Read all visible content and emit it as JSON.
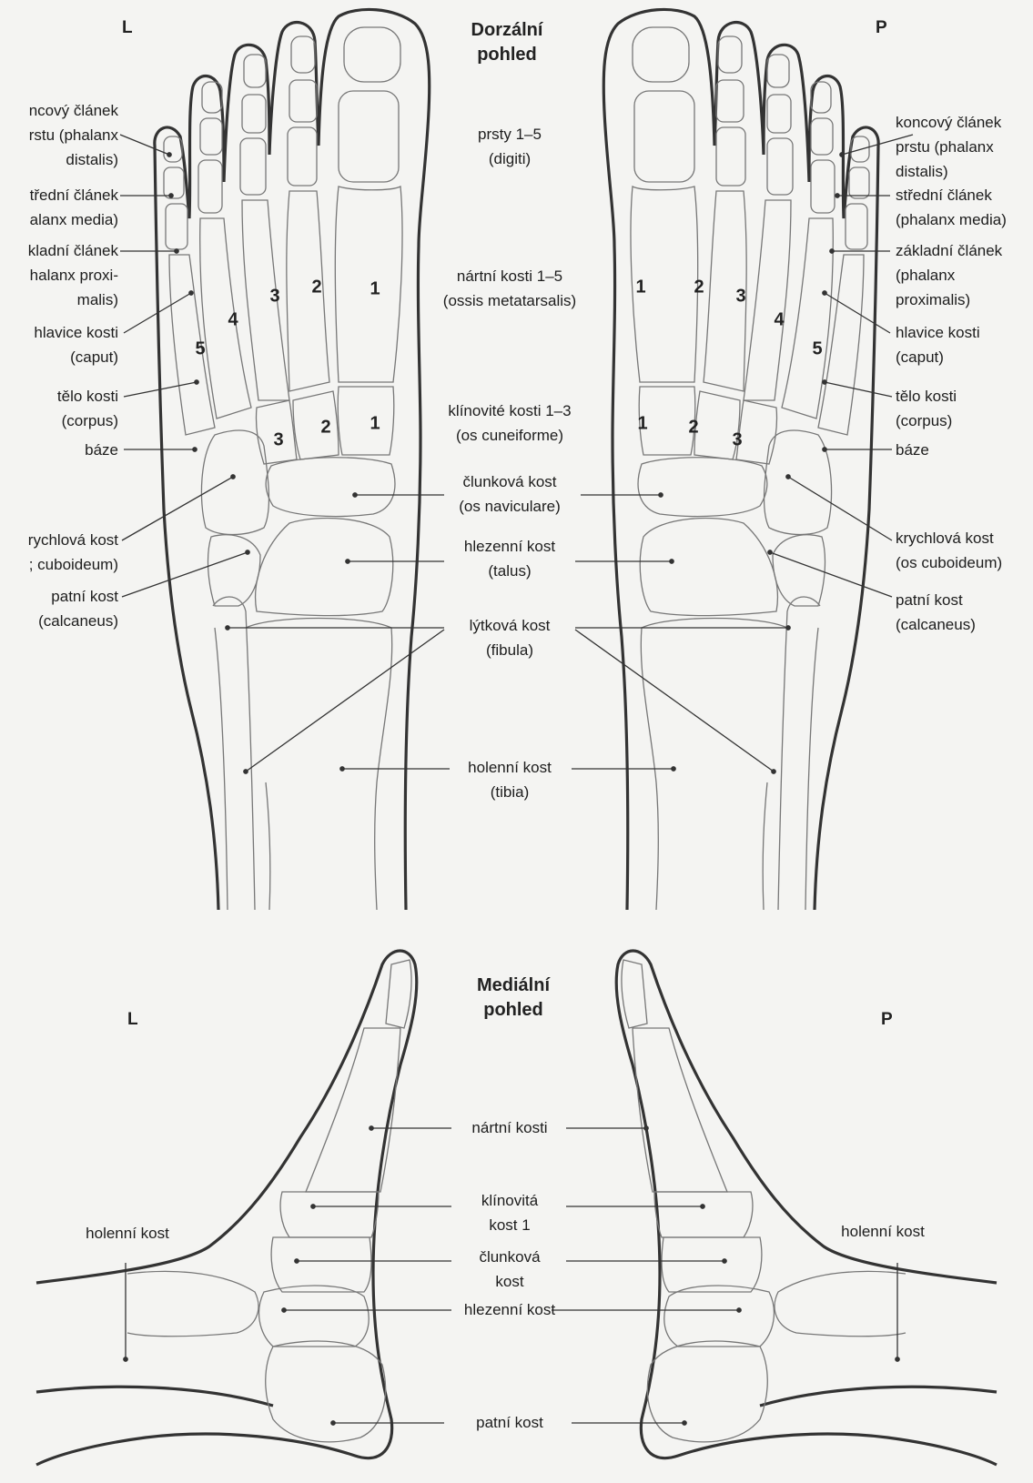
{
  "dorsal": {
    "title": [
      "Dorzální",
      "pohled"
    ],
    "left_side": "L",
    "right_side": "P",
    "left_labels": {
      "phalanx_distalis": [
        "ncový článek",
        "rstu (phalanx",
        "distalis)"
      ],
      "phalanx_media": [
        "třední článek",
        "alanx media)"
      ],
      "phalanx_proximalis": [
        "kladní článek",
        "halanx proxi-",
        "malis)"
      ],
      "caput": [
        "hlavice kosti",
        "(caput)"
      ],
      "corpus": [
        "tělo kosti",
        "(corpus)"
      ],
      "baze": [
        "báze"
      ],
      "cuboideum": [
        "rychlová kost",
        "; cuboideum)"
      ],
      "calcaneus": [
        "patní kost",
        "(calcaneus)"
      ]
    },
    "center_labels": {
      "digiti": [
        "prsty 1–5",
        "(digiti)"
      ],
      "metatarsalis": [
        "nártní kosti 1–5",
        "(ossis metatarsalis)"
      ],
      "cuneiforme": [
        "klínovité kosti 1–3",
        "(os cuneiforme)"
      ],
      "naviculare": [
        "člunková kost",
        "(os naviculare)"
      ],
      "talus": [
        "hlezenní kost",
        "(talus)"
      ],
      "fibula": [
        "lýtková kost",
        "(fibula)"
      ],
      "tibia": [
        "holenní kost",
        "(tibia)"
      ]
    },
    "right_labels": {
      "phalanx_distalis": [
        "koncový článek",
        "prstu (phalanx",
        "distalis)"
      ],
      "phalanx_media": [
        "střední článek",
        "(phalanx media)"
      ],
      "phalanx_proximalis": [
        "základní článek",
        "(phalanx",
        "proximalis)"
      ],
      "caput": [
        "hlavice kosti",
        "(caput)"
      ],
      "corpus": [
        "tělo kosti",
        "(corpus)"
      ],
      "baze": [
        "báze"
      ],
      "cuboideum": [
        "krychlová kost",
        "(os cuboideum)"
      ],
      "calcaneus": [
        "patní kost",
        "(calcaneus)"
      ]
    },
    "left_metatarsal_numbers": [
      "1",
      "2",
      "3",
      "4",
      "5"
    ],
    "left_cuneiform_numbers": [
      "1",
      "2",
      "3"
    ],
    "right_metatarsal_numbers": [
      "1",
      "2",
      "3",
      "4",
      "5"
    ],
    "right_cuneiform_numbers": [
      "1",
      "2",
      "3"
    ]
  },
  "medial": {
    "title": [
      "Mediální",
      "pohled"
    ],
    "left_side": "L",
    "right_side": "P",
    "left_tibia": "holenní kost",
    "right_tibia": "holenní kost",
    "center_labels": {
      "metatarsal": [
        "nártní kosti"
      ],
      "cuneiform": [
        "klínovitá",
        "kost 1"
      ],
      "navicular": [
        "člunková",
        "kost"
      ],
      "talus": [
        "hlezenní kost"
      ],
      "calcaneus": [
        "patní kost"
      ]
    }
  },
  "colors": {
    "outline": "#333333",
    "bone": "#8a8a8a",
    "leader": "#333333",
    "text": "#1d1d1d"
  }
}
